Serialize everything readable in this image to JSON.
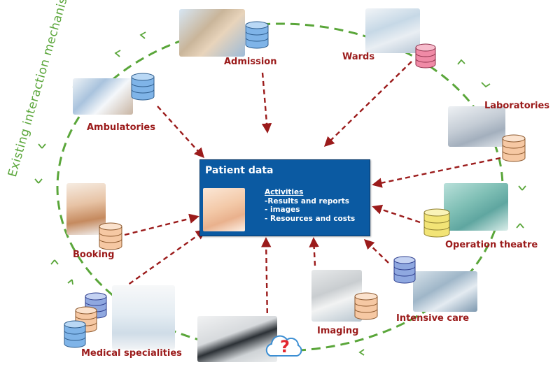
{
  "ring_label": "Existing interaction mechanisms",
  "center": {
    "title": "Patient data",
    "activities_title": "Activities",
    "activities": [
      "-Results and reports",
      "- images",
      "- Resources and costs"
    ]
  },
  "nodes": {
    "admission": "Admission",
    "wards": "Wards",
    "laboratories": "Laboratories",
    "ambulatories": "Ambulatories",
    "booking": "Booking",
    "operation_theatre": "Operation theatre",
    "medical_specialities": "Medical specialities",
    "imaging": "Imaging",
    "intensive_care": "Intensive care"
  },
  "colors": {
    "label": "#9b1b1b",
    "center_box": "#0b5aa2",
    "ring_dash": "#5aa63a",
    "arrow_dash": "#9b1b1b",
    "db_blue": "#7fb4e8",
    "db_pink": "#f08aa6",
    "db_peach": "#f6c8a3",
    "db_yellow": "#f2e476",
    "question_mark": "#e3262e",
    "cloud": "#3b8ed3"
  },
  "question_mark": "?"
}
